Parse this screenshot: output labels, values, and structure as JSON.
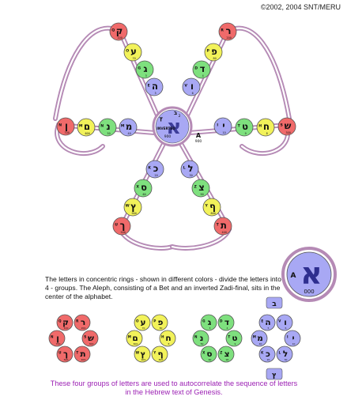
{
  "copyright": "©2002, 2004 SNT/MERU",
  "description": "The letters in concentric rings - shown in different colors - divide the letters into 4 - groups.  The Aleph, consisting of a Bet and an inverted Zadi-final, sits in the center of the alphabet.",
  "caption": "These four groups of letters are used to autocorrelate the sequence of letters in the Hebrew text of Genesis.",
  "center": {
    "letter": "א",
    "inverted_label": "INVERTED",
    "top_small": "ב",
    "side_small": "ץ",
    "values": [
      "2",
      "900"
    ],
    "right_name": "A",
    "right_value": "900"
  },
  "big_aleph": {
    "name": "A",
    "letter": "א",
    "value": "000"
  },
  "colors": {
    "red": "#f06a6a",
    "yellow": "#f2f25a",
    "green": "#7ee07e",
    "blue": "#a8a8f4",
    "ring": "#b58ab5",
    "ring_inner": "#ffffff",
    "caption": "#9b1fb3"
  },
  "top_left_arm": [
    {
      "name": "Q",
      "letter": "ק",
      "value": "100",
      "color": "red"
    },
    {
      "name": "O",
      "letter": "ע",
      "value": "70",
      "color": "yellow"
    },
    {
      "name": "G",
      "letter": "ג",
      "value": "3",
      "color": "green"
    },
    {
      "name": "E",
      "letter": "ה",
      "value": "5",
      "color": "blue"
    }
  ],
  "top_right_arm": [
    {
      "name": "R",
      "letter": "ר",
      "value": "200",
      "color": "red"
    },
    {
      "name": "P",
      "letter": "פ",
      "value": "80",
      "color": "yellow"
    },
    {
      "name": "D",
      "letter": "ד",
      "value": "4",
      "color": "green"
    },
    {
      "name": "V",
      "letter": "ו",
      "value": "6",
      "color": "blue"
    }
  ],
  "left_arm": [
    {
      "name": "N",
      "letter": "ן",
      "value": "700",
      "color": "red"
    },
    {
      "name": "M",
      "letter": "ם",
      "value": "600",
      "color": "yellow"
    },
    {
      "name": "N",
      "letter": "נ",
      "value": "50",
      "color": "green"
    },
    {
      "name": "M",
      "letter": "מ",
      "value": "40",
      "color": "blue"
    }
  ],
  "right_arm": [
    {
      "name": "I",
      "letter": "י",
      "value": "10",
      "color": "blue"
    },
    {
      "name": "T",
      "letter": "ט",
      "value": "9",
      "color": "green"
    },
    {
      "name": "H",
      "letter": "ח",
      "value": "8",
      "color": "yellow"
    },
    {
      "name": "S",
      "letter": "ש",
      "value": "300",
      "color": "red"
    }
  ],
  "bottom_arm": [
    {
      "name": "K",
      "letter": "כ",
      "value": "20",
      "color": "blue"
    },
    {
      "name": "X",
      "letter": "ס",
      "value": "60",
      "color": "green"
    },
    {
      "name": "W",
      "letter": "ץ",
      "value": "900",
      "color": "yellow"
    },
    {
      "name": "U",
      "letter": "ך",
      "value": "500",
      "color": "red"
    }
  ],
  "bottom_right_arm": [
    {
      "name": "L",
      "letter": "ל",
      "value": "30",
      "color": "blue"
    },
    {
      "name": "Z",
      "letter": "צ",
      "value": "90",
      "color": "green"
    },
    {
      "name": "Y",
      "letter": "ף",
      "value": "800",
      "color": "yellow"
    },
    {
      "name": "T",
      "letter": "ת",
      "value": "400",
      "color": "red"
    }
  ],
  "groups": [
    {
      "color": "red",
      "letters": [
        {
          "name": "Q",
          "letter": "ק",
          "value": "100"
        },
        {
          "name": "R",
          "letter": "ר",
          "value": "200"
        },
        {
          "name": "S",
          "letter": "ש",
          "value": "300"
        },
        {
          "name": "T",
          "letter": "ת",
          "value": "400"
        },
        {
          "name": "U",
          "letter": "ך",
          "value": "500"
        },
        {
          "name": "N",
          "letter": "ן",
          "value": "700"
        }
      ]
    },
    {
      "color": "yellow",
      "letters": [
        {
          "name": "O",
          "letter": "ע",
          "value": "70"
        },
        {
          "name": "P",
          "letter": "פ",
          "value": "80"
        },
        {
          "name": "H",
          "letter": "ח",
          "value": "8"
        },
        {
          "name": "Y",
          "letter": "ף",
          "value": "800"
        },
        {
          "name": "W",
          "letter": "ץ",
          "value": "900"
        },
        {
          "name": "M",
          "letter": "ם",
          "value": "600"
        }
      ]
    },
    {
      "color": "green",
      "letters": [
        {
          "name": "G",
          "letter": "ג",
          "value": "3"
        },
        {
          "name": "D",
          "letter": "ד",
          "value": "4"
        },
        {
          "name": "T",
          "letter": "ט",
          "value": "9"
        },
        {
          "name": "Z",
          "letter": "צ",
          "value": "90"
        },
        {
          "name": "X",
          "letter": "ס",
          "value": "60"
        },
        {
          "name": "N",
          "letter": "נ",
          "value": "50"
        }
      ]
    },
    {
      "color": "blue",
      "letters": [
        {
          "name": "E",
          "letter": "ה",
          "value": "5"
        },
        {
          "name": "V",
          "letter": "ו",
          "value": "6"
        },
        {
          "name": "I",
          "letter": "י",
          "value": "10"
        },
        {
          "name": "L",
          "letter": "ל",
          "value": "30"
        },
        {
          "name": "K",
          "letter": "כ",
          "value": "20"
        },
        {
          "name": "M",
          "letter": "מ",
          "value": "40"
        }
      ]
    }
  ]
}
